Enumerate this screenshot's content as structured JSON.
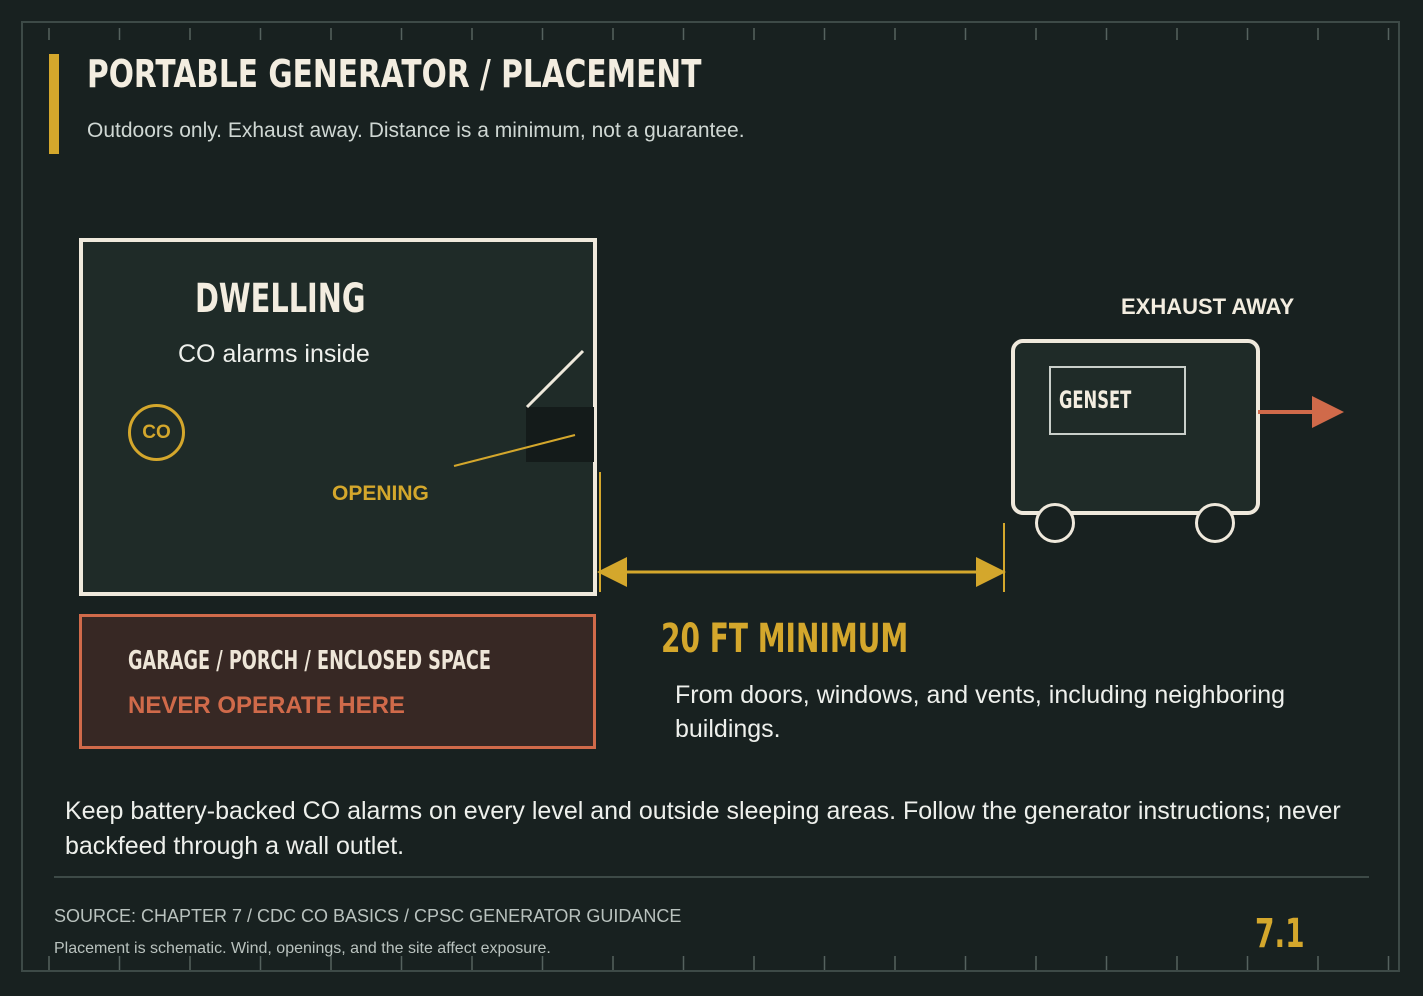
{
  "header": {
    "title": "PORTABLE GENERATOR / PLACEMENT",
    "subtitle": "Outdoors only. Exhaust away. Distance is a minimum, not a guarantee."
  },
  "dwelling": {
    "title": "DWELLING",
    "subtitle": "CO alarms inside",
    "co_badge": "CO",
    "opening_label": "OPENING"
  },
  "garage": {
    "title": "GARAGE / PORCH / ENCLOSED SPACE",
    "warning": "NEVER OPERATE HERE"
  },
  "distance": {
    "label": "20 FT MINIMUM",
    "note": "From doors, windows, and vents, including neighboring buildings."
  },
  "generator": {
    "label": "GENSET",
    "exhaust_label": "EXHAUST AWAY"
  },
  "footer": {
    "note": "Keep battery-backed CO alarms on every level and outside sleeping areas. Follow the generator instructions; never backfeed through a wall outlet.",
    "source": "SOURCE: CHAPTER 7 / CDC CO BASICS / CPSC GENERATOR GUIDANCE",
    "disclaimer": "Placement is schematic. Wind, openings, and the site affect exposure.",
    "page_number": "7.1"
  },
  "colors": {
    "background": "#182120",
    "accent": "#d4a72c",
    "warning": "#d06a4a",
    "outline": "#efe9dc"
  }
}
